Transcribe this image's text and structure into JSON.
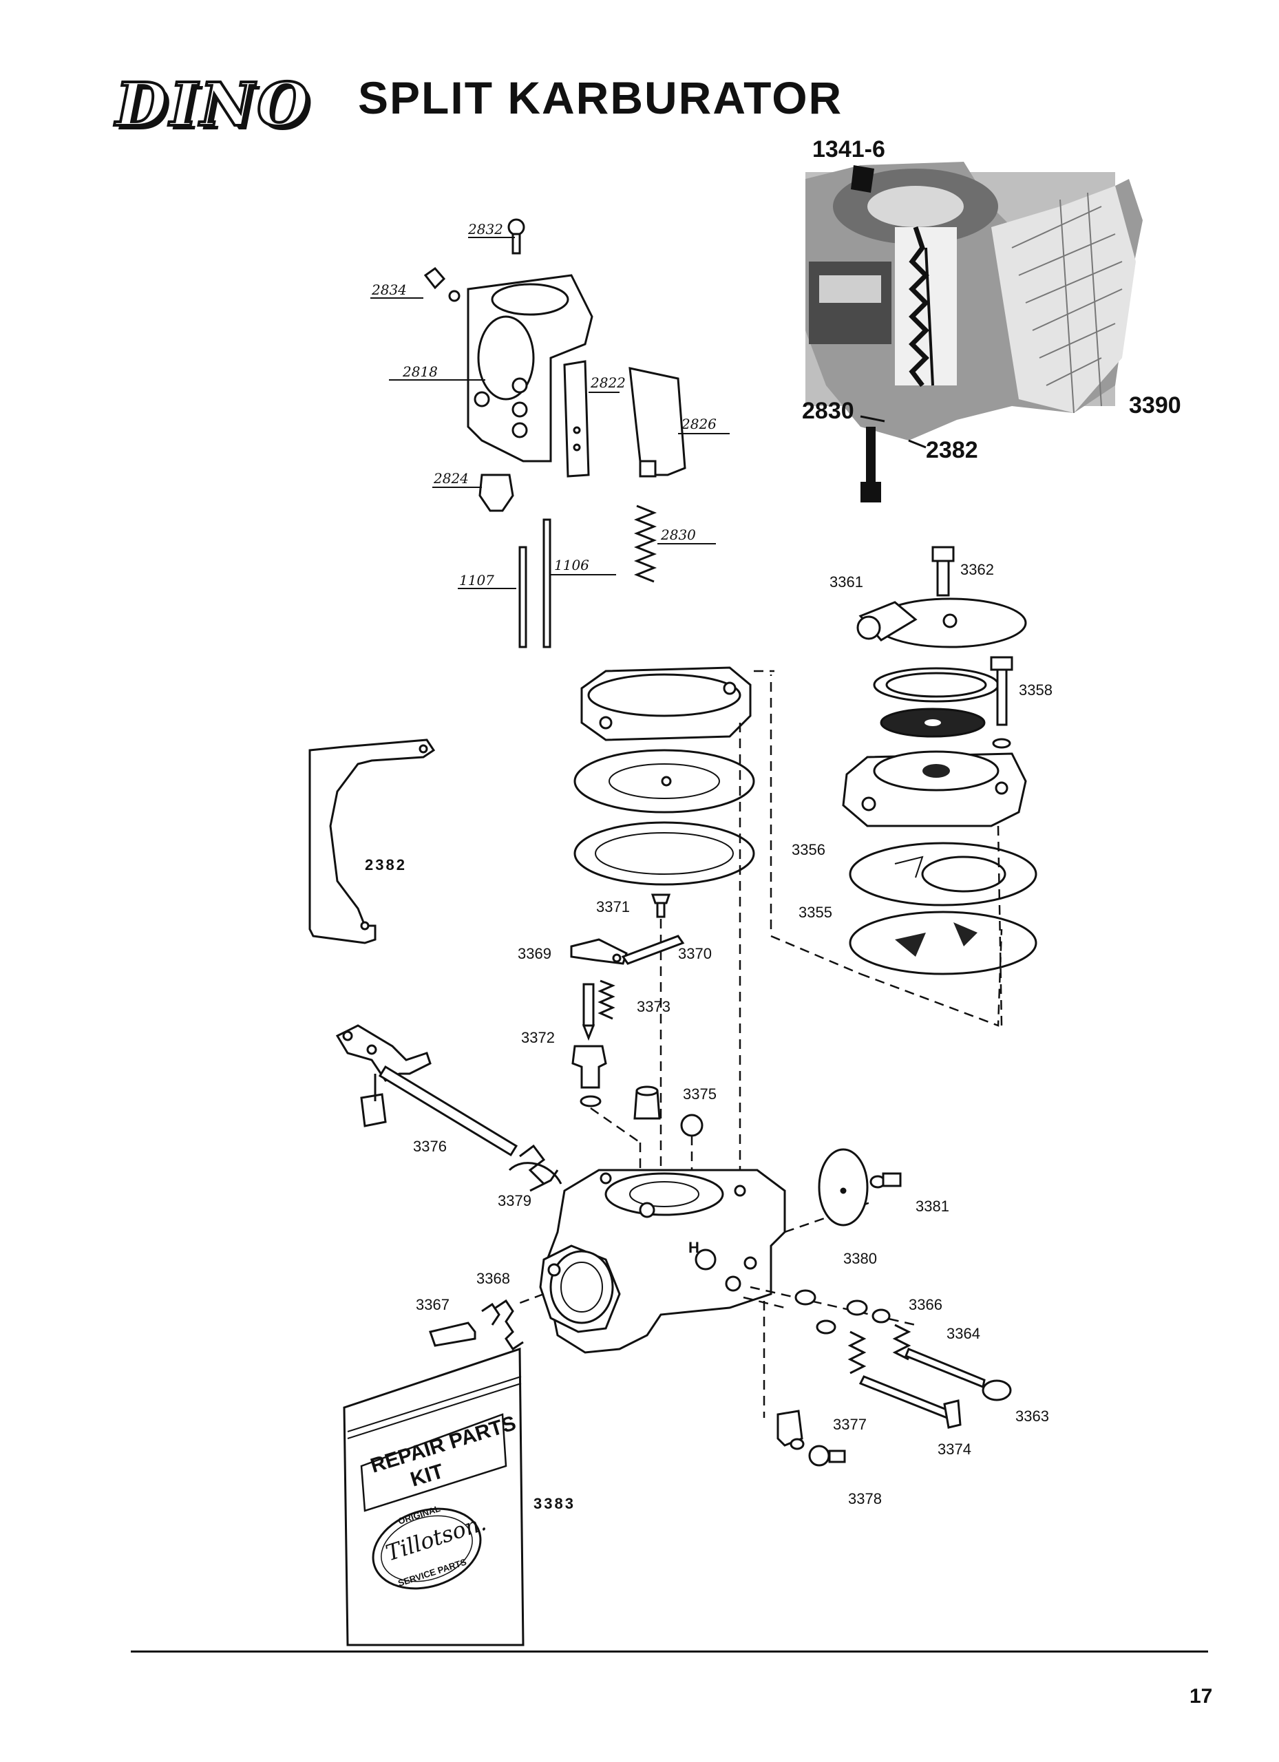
{
  "header": {
    "brand": "DINO",
    "title": "SPLIT KARBURATOR"
  },
  "photo": {
    "label_main": "1341-6",
    "labels": [
      "2830",
      "2382",
      "3390"
    ]
  },
  "sketch_labels": [
    "2832",
    "2834",
    "2818",
    "2822",
    "2826",
    "2824",
    "2830",
    "1106",
    "1107"
  ],
  "part_labels": [
    "3361",
    "3362",
    "3358",
    "2382",
    "3356",
    "3355",
    "3371",
    "3369",
    "3370",
    "3373",
    "3372",
    "3375",
    "3376",
    "3379",
    "3381",
    "3380",
    "3368",
    "3367",
    "3366",
    "3364",
    "3363",
    "3377",
    "3374",
    "3378",
    "3383"
  ],
  "kit": {
    "line1": "REPAIR PARTS",
    "line2": "KIT",
    "seal_top": "ORIGINAL",
    "seal_brand": "Tillotson.",
    "seal_bottom": "SERVICE PARTS"
  },
  "footer": {
    "page_number": "17"
  }
}
